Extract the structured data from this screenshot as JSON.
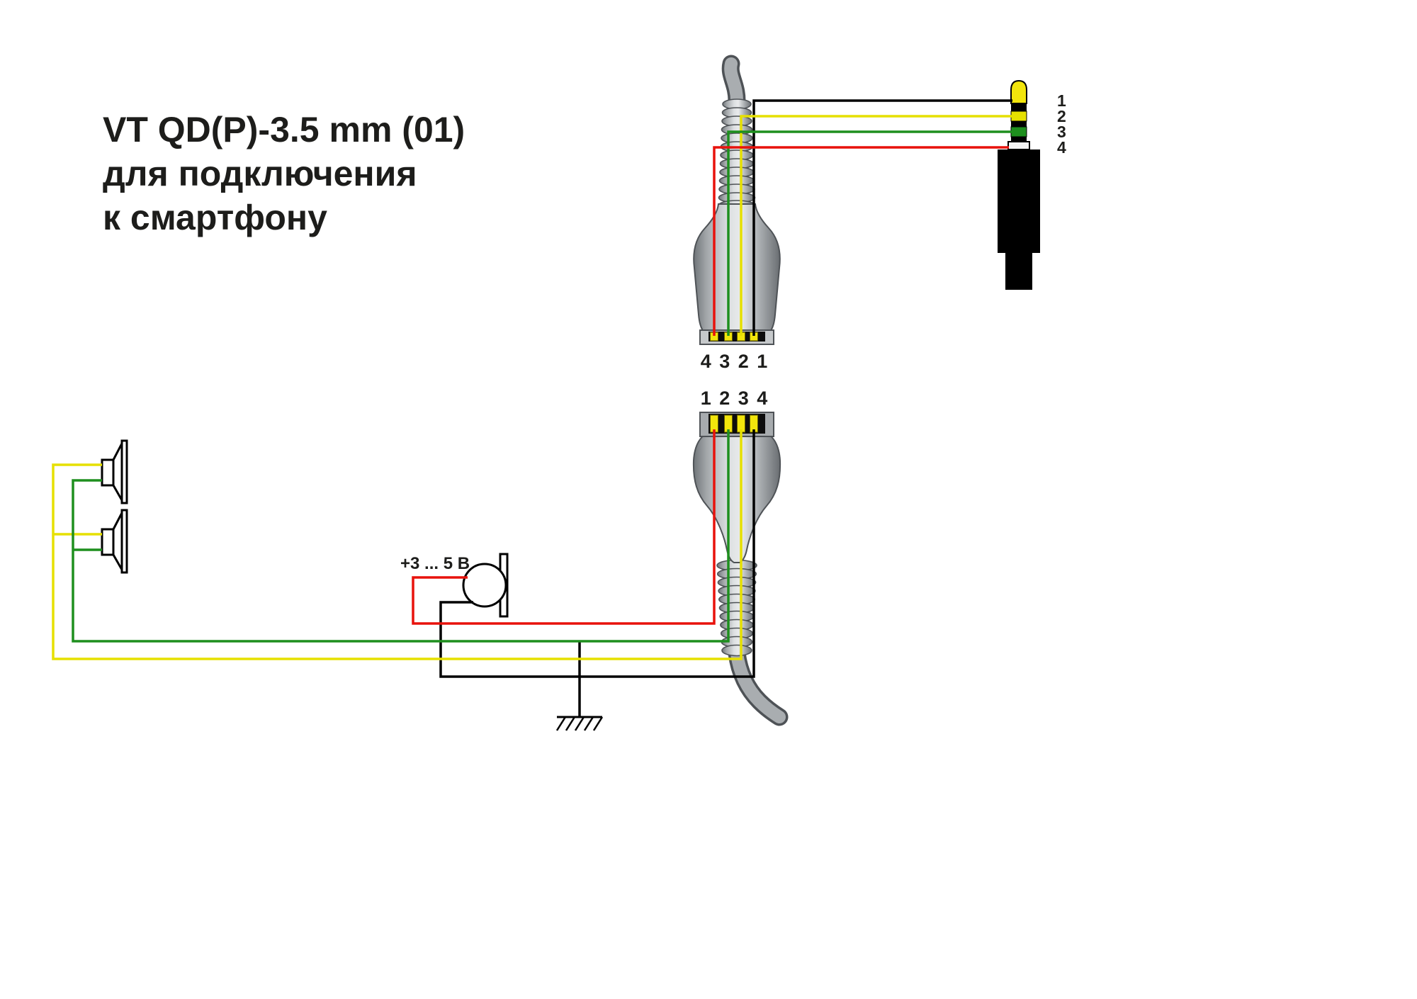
{
  "title": {
    "line1": "VT QD(P)-3.5 mm (01)",
    "line2": "для подключения",
    "line3": "к смартфону"
  },
  "top_connector": {
    "pin_label": "4 3 2 1"
  },
  "bottom_connector": {
    "pin_label": "1 2 3 4"
  },
  "jack": {
    "pin_labels": [
      "1",
      "2",
      "3",
      "4"
    ]
  },
  "mic": {
    "voltage_label": "+3 ... 5 В"
  },
  "colors": {
    "wire_yellow": "#e6e000",
    "wire_green": "#1e8f1e",
    "wire_red": "#e8120c",
    "wire_black": "#000000",
    "contact_yellow": "#f2e50c",
    "text": "#1d1d1b"
  }
}
